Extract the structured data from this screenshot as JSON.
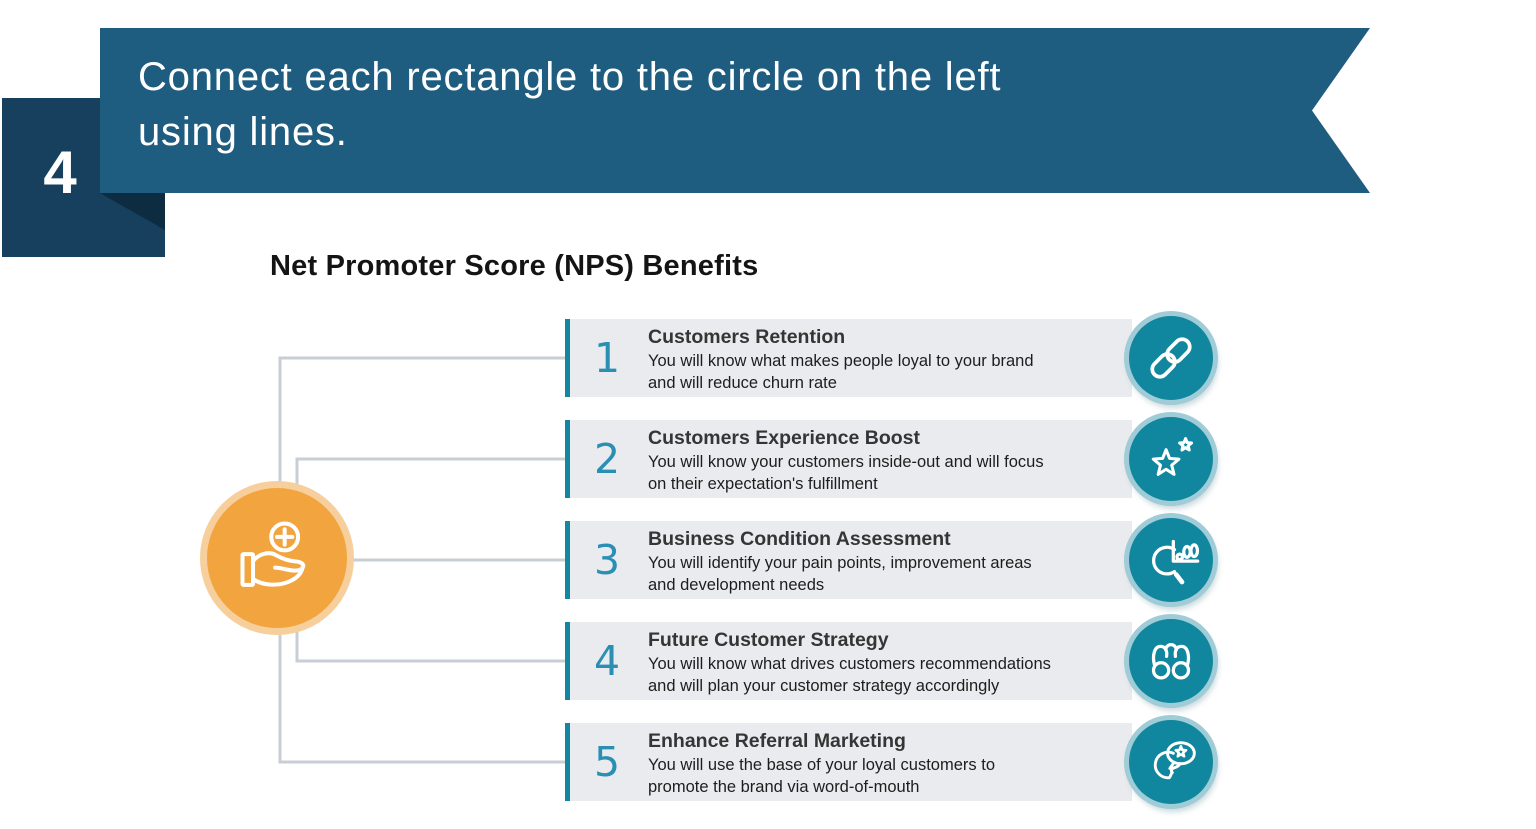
{
  "step_number": "4",
  "banner": {
    "text": "Connect each rectangle to the circle on the left\nusing lines."
  },
  "title": "Net Promoter Score (NPS) Benefits",
  "hub": {
    "icon": "hand-plus"
  },
  "benefits": {
    "items": [
      {
        "number": "1",
        "title": "Customers Retention",
        "description": "You will know what makes people loyal to your brand\nand will reduce churn rate",
        "icon": "chain-link"
      },
      {
        "number": "2",
        "title": "Customers Experience Boost",
        "description": "You will know your customers inside-out and will focus\non their expectation's fulfillment",
        "icon": "star-rating"
      },
      {
        "number": "3",
        "title": "Business Condition Assessment",
        "description": "You will identify  your pain points, improvement areas\nand development needs",
        "icon": "magnifier-chart"
      },
      {
        "number": "4",
        "title": "Future Customer Strategy",
        "description": "You will know what drives customers recommendations\nand will plan your customer strategy accordingly",
        "icon": "binoculars"
      },
      {
        "number": "5",
        "title": "Enhance Referral Marketing",
        "description": "You will use the base of your loyal customers to\npromote the brand via word-of-mouth",
        "icon": "speech-bubble-star"
      }
    ]
  },
  "colors": {
    "banner_blue": "#1E5C80",
    "tab_navy": "#16405E",
    "fold_navy": "#0E2C41",
    "teal": "#10879F",
    "teal_ring": "#9FCCD6",
    "row_bg": "#E9EBEE",
    "row_bar": "#1487A0",
    "number_teal": "#2B8FB3",
    "orange": "#F2A43F",
    "orange_ring": "#F7CF9C",
    "connector_gray": "#C8CED5"
  }
}
